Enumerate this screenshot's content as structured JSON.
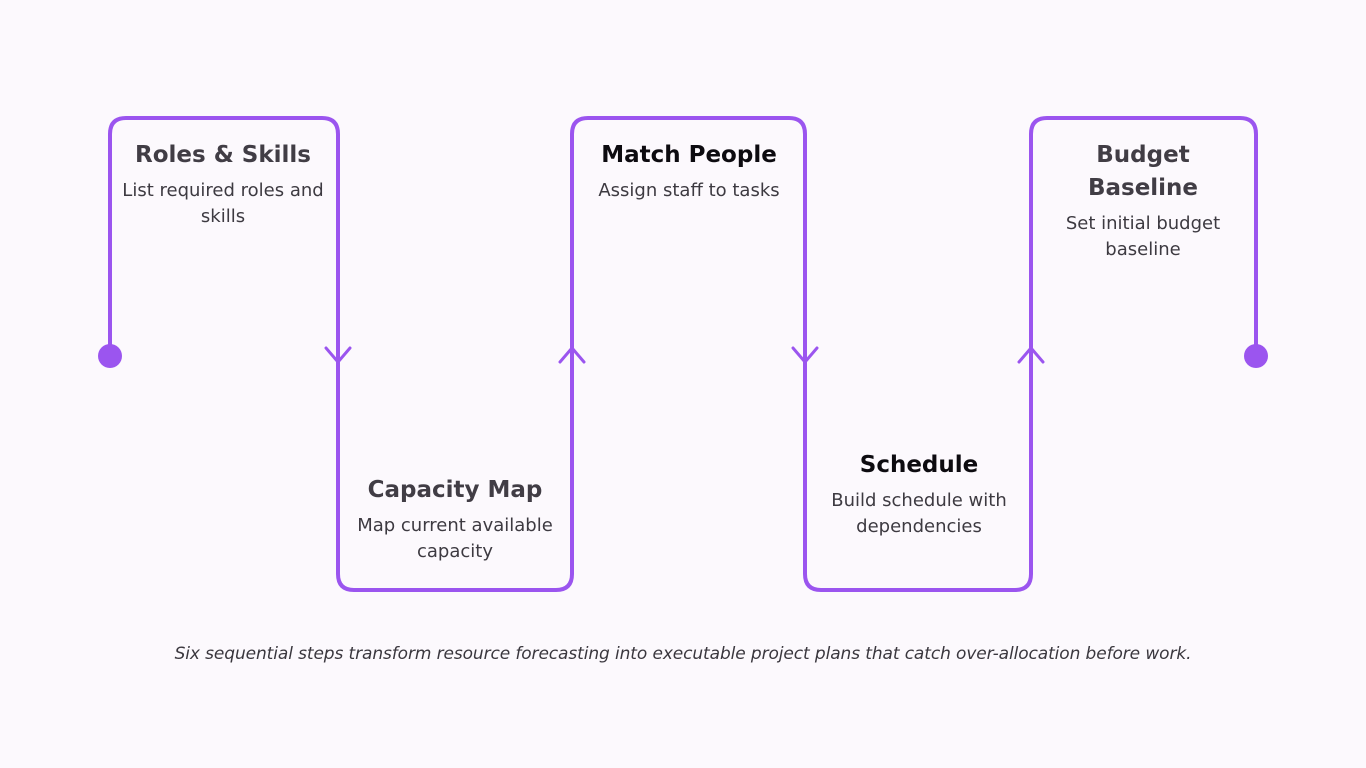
{
  "colors": {
    "accent": "#9b55ef",
    "background": "#fcf9fd"
  },
  "steps": [
    {
      "title": "Roles & Skills",
      "description": "List required roles and skills"
    },
    {
      "title": "Capacity Map",
      "description": "Map current available capacity"
    },
    {
      "title": "Match People",
      "description": "Assign staff to tasks"
    },
    {
      "title": "Schedule",
      "description": "Build schedule with dependencies"
    },
    {
      "title": "Budget Baseline",
      "description": "Set initial budget baseline"
    }
  ],
  "caption": "Six sequential steps transform resource forecasting into executable project plans that catch over-allocation before work."
}
